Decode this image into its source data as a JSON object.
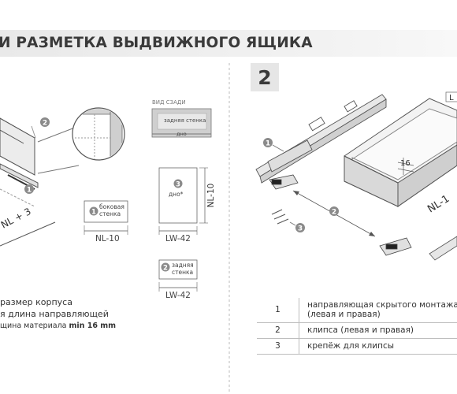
{
  "header": {
    "title": "И РАЗМЕТКА ВЫДВИЖНОГО ЯЩИКА"
  },
  "step": {
    "number": "2"
  },
  "rear_view": {
    "caption": "ВИД СЗАДИ",
    "panel_label": "задняя стенка",
    "bottom_label": "дно"
  },
  "callouts": {
    "one": "1",
    "two": "2",
    "three": "3"
  },
  "left_diagram": {
    "nl_label": "NL + 3"
  },
  "parts_left": {
    "side_label_1": "боковая",
    "side_label_2": "стенка",
    "side_dim": "NL-10",
    "bottom_label": "дно*",
    "bottom_dim_w": "LW-42",
    "bottom_dim_h": "NL-10",
    "back_label_1": "задняя",
    "back_label_2": "стенка",
    "back_dim": "LW-42"
  },
  "right_diagram": {
    "dim_16": "16",
    "nl_label": "NL-1",
    "top_partial": "L"
  },
  "legend_left": {
    "line1": "размер корпуса",
    "line2": "я длина направляющей",
    "line3_prefix": "щина материала ",
    "line3_bold": "min 16 mm"
  },
  "parts_table": [
    {
      "num": "1",
      "desc": "направляющая скрытого монтажа (левая и правая)"
    },
    {
      "num": "2",
      "desc": "клипса (левая и правая)"
    },
    {
      "num": "3",
      "desc": "крепёж для клипсы"
    }
  ],
  "colors": {
    "callout": "#8a8a8a",
    "panel": "#cfcfcf",
    "line": "#555555"
  }
}
